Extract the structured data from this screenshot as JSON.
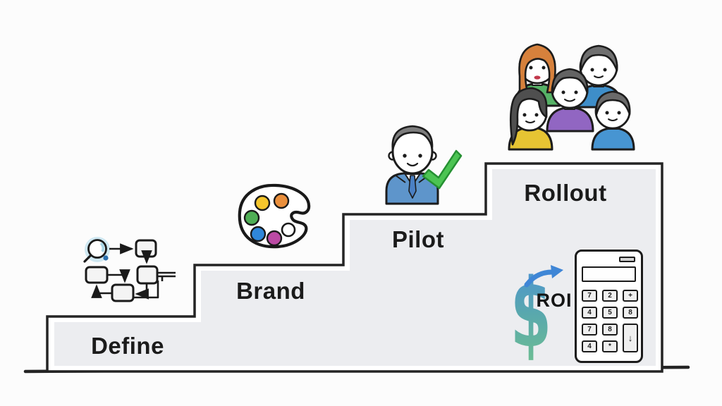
{
  "diagram_type": "staircase-process",
  "steps": [
    {
      "label": "Define",
      "icon": "flowchart-icon"
    },
    {
      "label": "Brand",
      "icon": "palette-icon"
    },
    {
      "label": "Pilot",
      "icon": "person-check-icon"
    },
    {
      "label": "Rollout",
      "icon": "people-group-icon"
    }
  ],
  "roi": {
    "symbol": "$",
    "label": "ROI"
  },
  "calculator": {
    "keys": [
      "7",
      "2",
      "+",
      "4",
      "5",
      "8",
      "7",
      "8",
      "↓",
      "4",
      "*"
    ]
  },
  "colors": {
    "background": "#fcfcfc",
    "outline": "#242424",
    "step_fill": "#ECEDF0",
    "text": "#1b1b1b",
    "check_green": "#4cc453",
    "arrow_blue": "#3f86d6",
    "dollar_gradient_top": "#4a90d8",
    "dollar_gradient_bottom": "#6fc08f",
    "palette_dots": [
      "#f5c62c",
      "#ea8f3c",
      "#4fae55",
      "#2f87da",
      "#bb4aa4",
      "#ffffff"
    ],
    "people_shirts": [
      "#56b266",
      "#3e8ec9",
      "#9166c2",
      "#e6c433",
      "#4795d2"
    ],
    "hair_orange": "#d6813c",
    "hair_gray": "#6f6f6f"
  }
}
